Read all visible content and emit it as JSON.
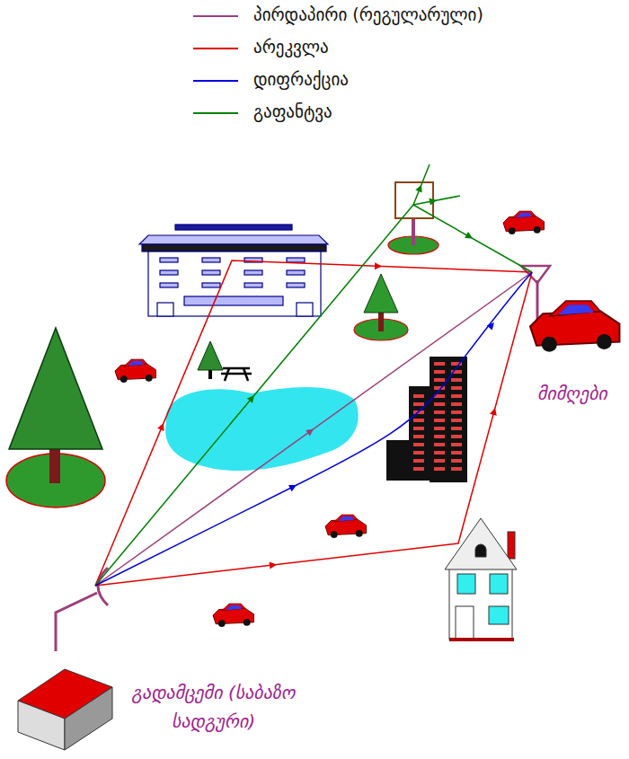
{
  "diagram": {
    "labels": [
      "მიმღები",
      "გადამცემი (საბაზო სადგური)"
    ],
    "legend": [
      {
        "text": "პირდაპირი (რეგულარული)"
      },
      {
        "text": "არეკვლა"
      },
      {
        "text": "დიფრაქცია"
      },
      {
        "text": "გაფანტვა"
      }
    ]
  }
}
